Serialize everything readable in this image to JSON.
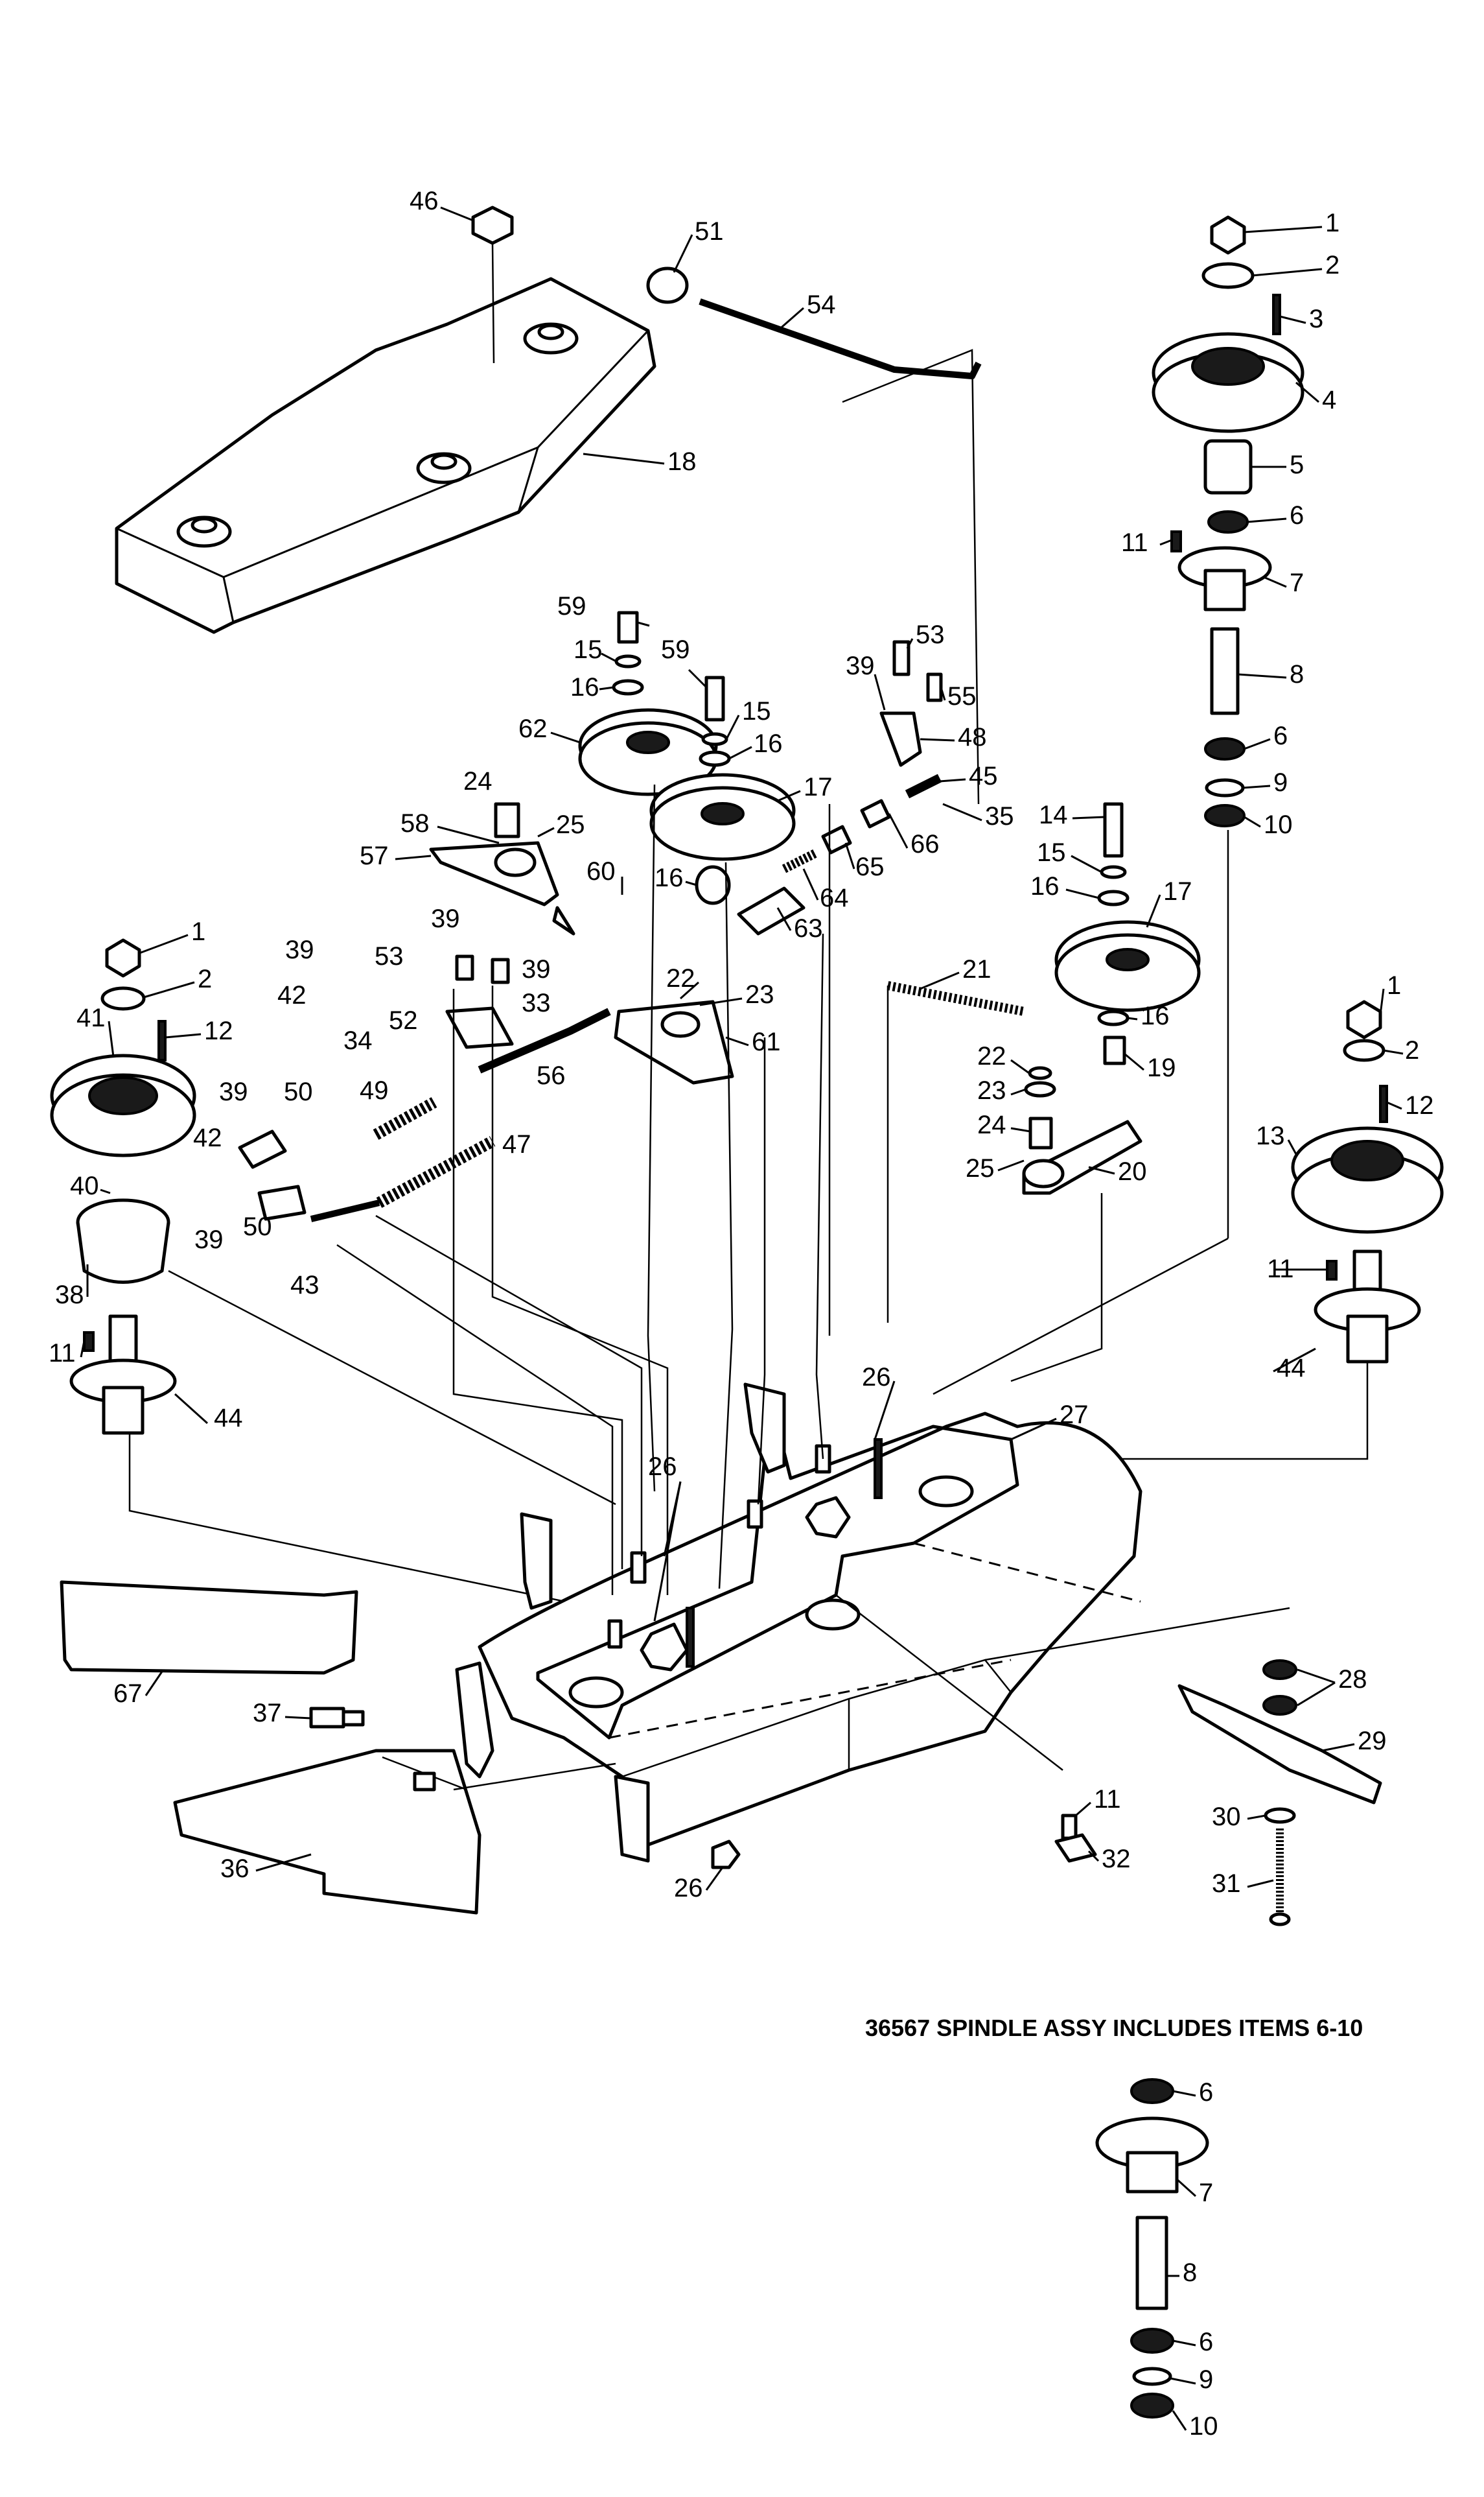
{
  "caption": "36567 SPINDLE ASSY INCLUDES ITEMS 6-10",
  "callouts": [
    {
      "label": "46",
      "part": "knob"
    },
    {
      "label": "51",
      "part": "knob"
    },
    {
      "label": "54",
      "part": "rod"
    },
    {
      "label": "18",
      "part": "belt-cover"
    },
    {
      "label": "1",
      "part": "nut"
    },
    {
      "label": "2",
      "part": "washer"
    },
    {
      "label": "3",
      "part": "key"
    },
    {
      "label": "4",
      "part": "pulley"
    },
    {
      "label": "5",
      "part": "spacer"
    },
    {
      "label": "6",
      "part": "bearing"
    },
    {
      "label": "11",
      "part": "bolt"
    },
    {
      "label": "7",
      "part": "spindle-housing"
    },
    {
      "label": "8",
      "part": "shaft"
    },
    {
      "label": "6",
      "part": "bearing"
    },
    {
      "label": "9",
      "part": "snap-ring"
    },
    {
      "label": "10",
      "part": "nut"
    },
    {
      "label": "59",
      "part": "bolt"
    },
    {
      "label": "15",
      "part": "washer"
    },
    {
      "label": "16",
      "part": "spacer"
    },
    {
      "label": "59",
      "part": "bolt"
    },
    {
      "label": "15",
      "part": "washer"
    },
    {
      "label": "16",
      "part": "spacer"
    },
    {
      "label": "62",
      "part": "idler-pulley"
    },
    {
      "label": "17",
      "part": "idler-pulley"
    },
    {
      "label": "53",
      "part": "bolt"
    },
    {
      "label": "39",
      "part": "cotter-pin"
    },
    {
      "label": "55",
      "part": "bolt"
    },
    {
      "label": "48",
      "part": "bracket"
    },
    {
      "label": "45",
      "part": "rod"
    },
    {
      "label": "35",
      "part": "clip"
    },
    {
      "label": "66",
      "part": "coupler"
    },
    {
      "label": "65",
      "part": "nut"
    },
    {
      "label": "64",
      "part": "spring"
    },
    {
      "label": "63",
      "part": "bracket"
    },
    {
      "label": "16",
      "part": "spacer"
    },
    {
      "label": "24",
      "part": "spacer"
    },
    {
      "label": "25",
      "part": "fitting"
    },
    {
      "label": "58",
      "part": "bushing"
    },
    {
      "label": "57",
      "part": "idler-arm"
    },
    {
      "label": "60",
      "part": "plate"
    },
    {
      "label": "14",
      "part": "bolt"
    },
    {
      "label": "15",
      "part": "washer"
    },
    {
      "label": "16",
      "part": "spacer"
    },
    {
      "label": "17",
      "part": "idler-pulley"
    },
    {
      "label": "16",
      "part": "spacer"
    },
    {
      "label": "21",
      "part": "spring"
    },
    {
      "label": "19",
      "part": "bushing"
    },
    {
      "label": "22",
      "part": "snap-ring"
    },
    {
      "label": "23",
      "part": "washer"
    },
    {
      "label": "24",
      "part": "spacer"
    },
    {
      "label": "25",
      "part": "fitting"
    },
    {
      "label": "20",
      "part": "idler-arm"
    },
    {
      "label": "22",
      "part": "snap-ring"
    },
    {
      "label": "23",
      "part": "washer"
    },
    {
      "label": "61",
      "part": "nut"
    },
    {
      "label": "1",
      "part": "nut"
    },
    {
      "label": "2",
      "part": "washer"
    },
    {
      "label": "12",
      "part": "key"
    },
    {
      "label": "13",
      "part": "pulley"
    },
    {
      "label": "11",
      "part": "bolt"
    },
    {
      "label": "44",
      "part": "spindle-housing"
    },
    {
      "label": "1",
      "part": "nut"
    },
    {
      "label": "2",
      "part": "washer"
    },
    {
      "label": "41",
      "part": "pulley"
    },
    {
      "label": "12",
      "part": "key"
    },
    {
      "label": "39",
      "part": "cotter-pin"
    },
    {
      "label": "42",
      "part": "clip"
    },
    {
      "label": "34",
      "part": "washer"
    },
    {
      "label": "53",
      "part": "bolt"
    },
    {
      "label": "39",
      "part": "cotter-pin"
    },
    {
      "label": "39",
      "part": "cotter-pin"
    },
    {
      "label": "33",
      "part": "plate"
    },
    {
      "label": "52",
      "part": "plate"
    },
    {
      "label": "56",
      "part": "rod"
    },
    {
      "label": "49",
      "part": "spring"
    },
    {
      "label": "47",
      "part": "rod"
    },
    {
      "label": "39",
      "part": "cotter-pin"
    },
    {
      "label": "50",
      "part": "bracket"
    },
    {
      "label": "42",
      "part": "clip"
    },
    {
      "label": "40",
      "part": "bolt"
    },
    {
      "label": "39",
      "part": "cotter-pin"
    },
    {
      "label": "50",
      "part": "bracket"
    },
    {
      "label": "43",
      "part": "bolt"
    },
    {
      "label": "38",
      "part": "belt-guard"
    },
    {
      "label": "11",
      "part": "bolt"
    },
    {
      "label": "44",
      "part": "spindle-housing"
    },
    {
      "label": "26",
      "part": "nut"
    },
    {
      "label": "27",
      "part": "deck"
    },
    {
      "label": "26",
      "part": "nut"
    },
    {
      "label": "67",
      "part": "baffle"
    },
    {
      "label": "28",
      "part": "spacer"
    },
    {
      "label": "29",
      "part": "blade"
    },
    {
      "label": "37",
      "part": "bolt"
    },
    {
      "label": "30",
      "part": "washer"
    },
    {
      "label": "31",
      "part": "bolt"
    },
    {
      "label": "11",
      "part": "bolt"
    },
    {
      "label": "32",
      "part": "bracket"
    },
    {
      "label": "36",
      "part": "discharge-chute"
    },
    {
      "label": "26",
      "part": "nut"
    },
    {
      "label": "6",
      "part": "bearing"
    },
    {
      "label": "7",
      "part": "spindle-housing"
    },
    {
      "label": "8",
      "part": "shaft"
    },
    {
      "label": "6",
      "part": "bearing"
    },
    {
      "label": "9",
      "part": "snap-ring"
    },
    {
      "label": "10",
      "part": "nut"
    }
  ]
}
